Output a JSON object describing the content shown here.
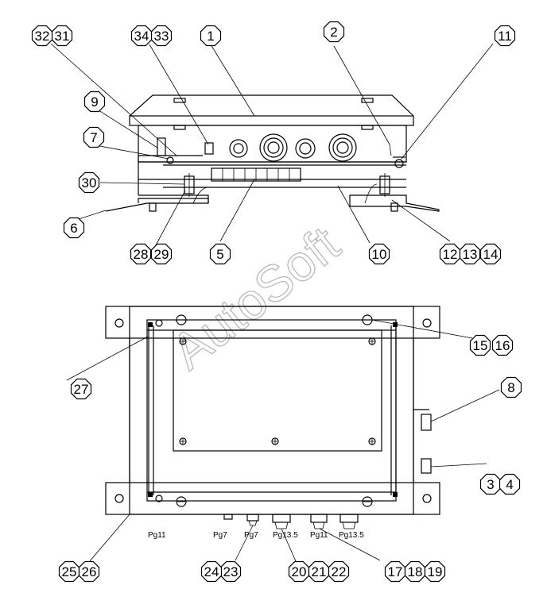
{
  "callouts": [
    "1",
    "2",
    "3",
    "4",
    "5",
    "6",
    "7",
    "8",
    "9",
    "10",
    "11",
    "12",
    "13",
    "14",
    "15",
    "16",
    "17",
    "18",
    "19",
    "20",
    "21",
    "22",
    "23",
    "24",
    "25",
    "26",
    "27",
    "28",
    "29",
    "30",
    "31",
    "32",
    "33",
    "34"
  ],
  "gland_labels": [
    "Pg11",
    "Pg7",
    "Pg7",
    "Pg13.5",
    "Pg11",
    "Pg13.5"
  ],
  "watermark": "AutoSoft"
}
